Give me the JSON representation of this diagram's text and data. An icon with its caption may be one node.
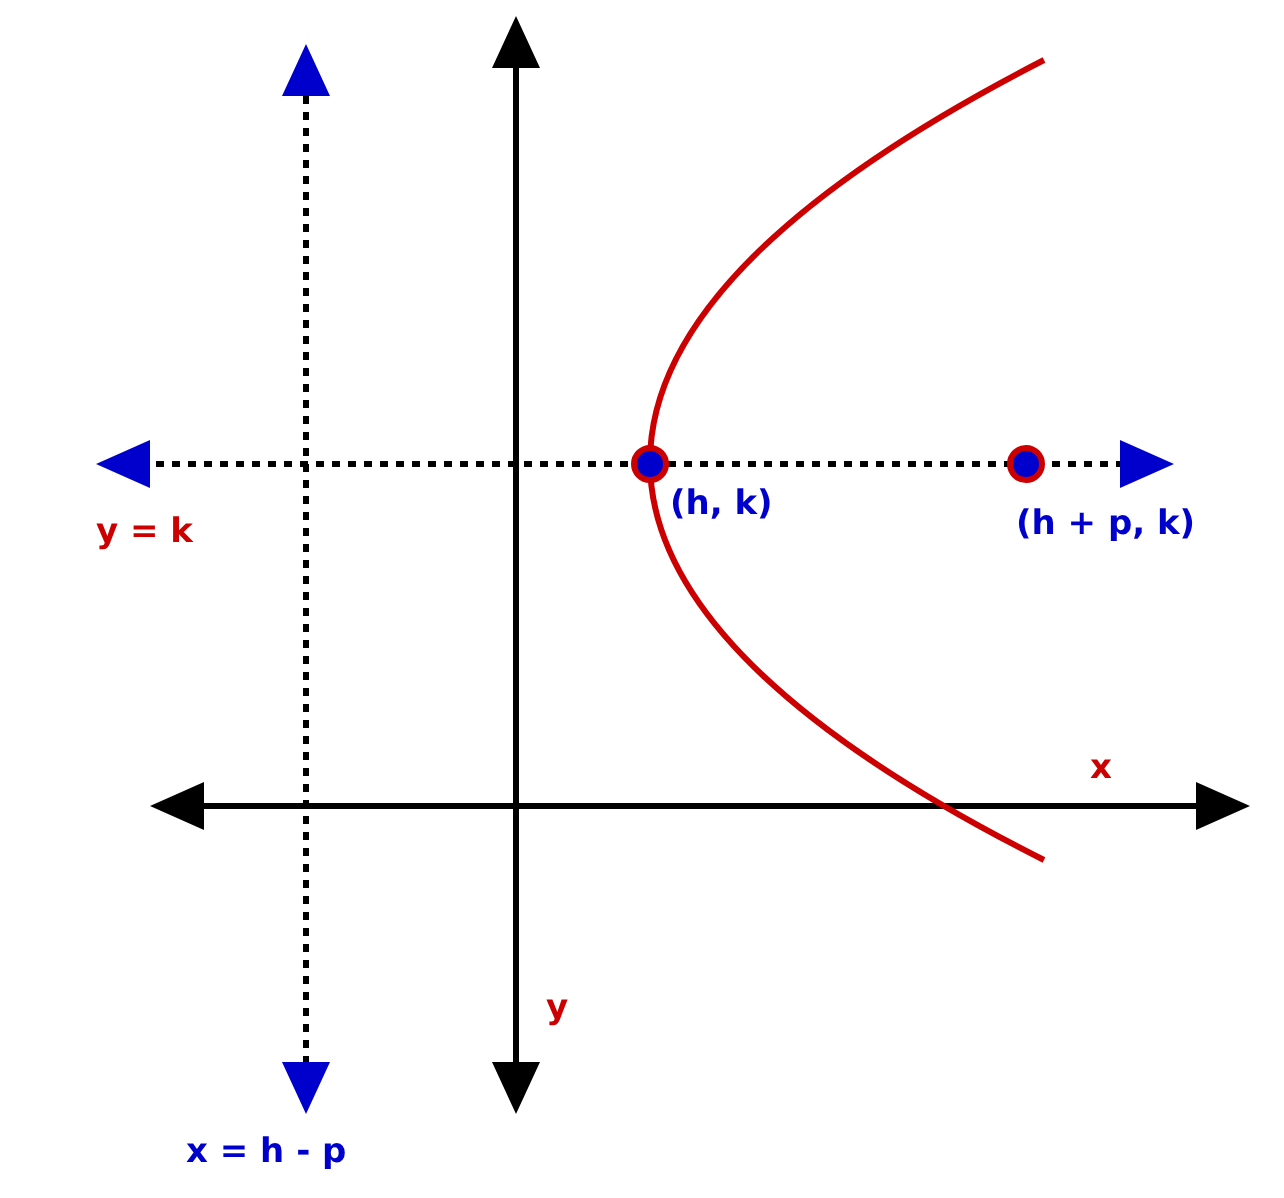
{
  "diagram": {
    "labels": [
      "(h, k)",
      "y = k",
      "(h + p, k)",
      "x",
      "y",
      "x = h - p"
    ]
  }
}
